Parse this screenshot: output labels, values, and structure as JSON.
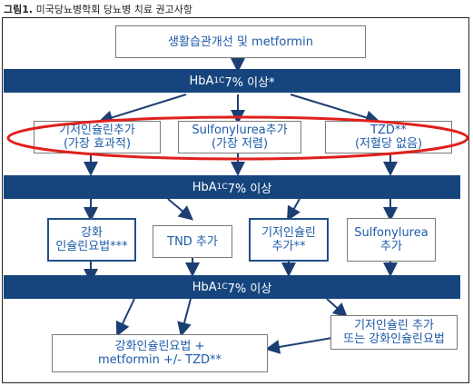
{
  "figure": {
    "label": "그림1.",
    "title": "미국당뇨병학회 당뇨병 치료 권고사항"
  },
  "top_box": {
    "text": "생활습관개선 및 metformin"
  },
  "bands": [
    {
      "prefix": "HbA",
      "sub": "1C",
      "suffix": " 7% 이상*"
    },
    {
      "prefix": "HbA",
      "sub": "1C",
      "suffix": " 7% 이상"
    },
    {
      "prefix": "HbA",
      "sub": "1C",
      "suffix": " 7% 이상"
    }
  ],
  "level1": [
    {
      "line1": "기저인슐린추가",
      "line2": "(가장 효과적)"
    },
    {
      "line1": "Sulfonylurea추가",
      "line2": "(가장 저렴)"
    },
    {
      "line1": "TZD**",
      "line2": "(저혈당 없음)"
    }
  ],
  "level2": [
    {
      "line1": "강화",
      "line2": "인슐린요법***"
    },
    {
      "line1": "TND 추가",
      "line2": ""
    },
    {
      "line1": "기저인슐린",
      "line2": "추가**"
    },
    {
      "line1": "Sulfonylurea",
      "line2": "추가"
    }
  ],
  "bottom": [
    {
      "line1": "강화인슐린요법 +",
      "line2": "metformin +/- TZD**"
    },
    {
      "line1": "기저인슐린 추가",
      "line2": "또는 강화인슐린요법"
    }
  ],
  "colors": {
    "band": "#16457e",
    "box_text": "#1d5aa8",
    "arrow": "#1c3f73",
    "highlight": "#e0201b"
  }
}
